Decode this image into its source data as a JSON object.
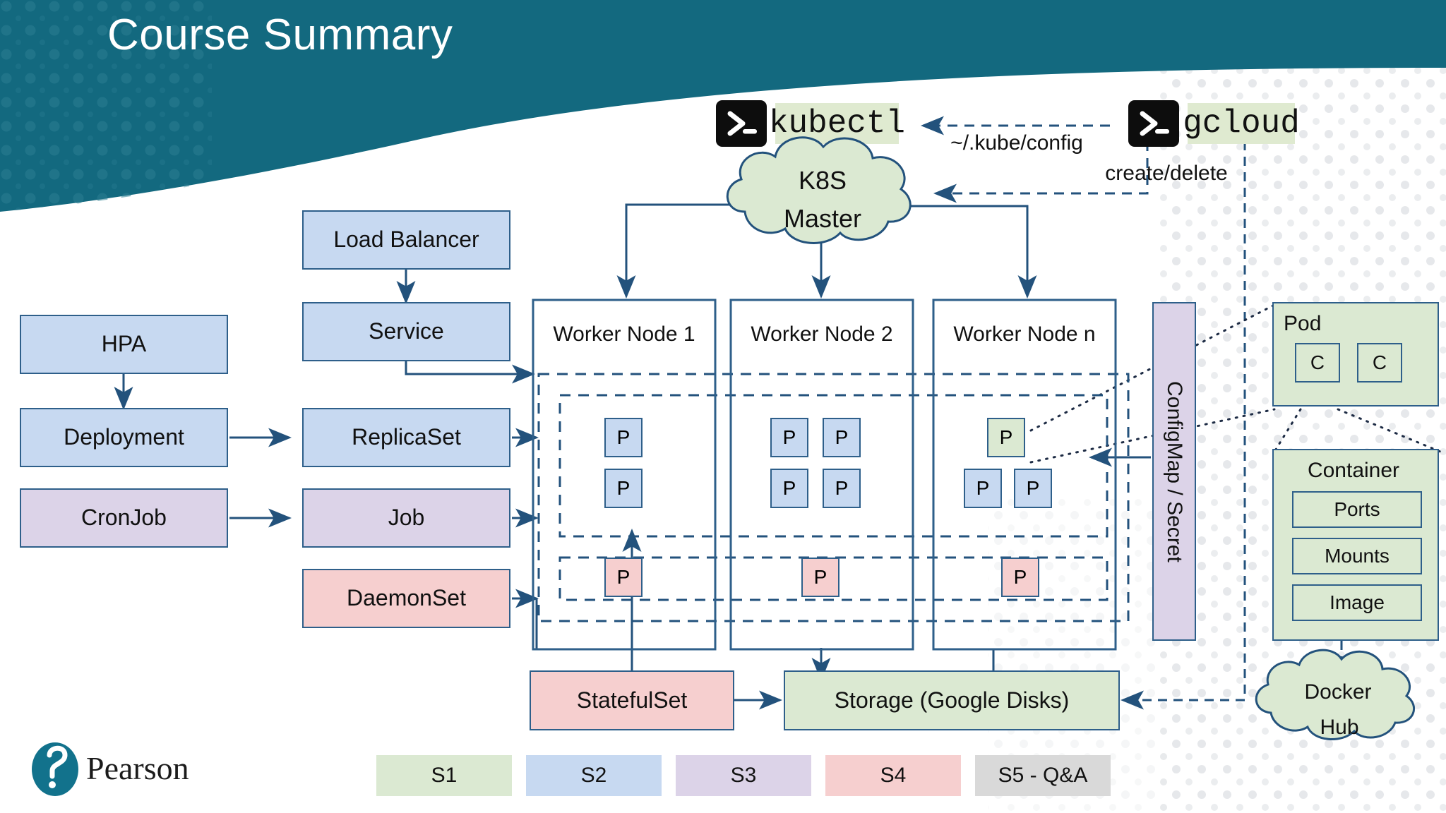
{
  "slide": {
    "title": "Course Summary",
    "brand": "Pearson",
    "header_color": "#13697f",
    "accent_blue": "#c7d9f1",
    "accent_purple": "#dcd3e8",
    "accent_pink": "#f6cfcf",
    "accent_green": "#dbe9d2",
    "accent_grey": "#d9d9d9",
    "border_color": "#2e5f8a",
    "logo_teal": "#12728c"
  },
  "cli": {
    "kubectl": "kubectl",
    "gcloud": "gcloud",
    "kube_config_label": "~/.kube/config",
    "create_delete_label": "create/delete",
    "terminal_glyph": ">_"
  },
  "master": {
    "line1": "K8S",
    "line2": "Master"
  },
  "left_column": [
    {
      "label": "HPA",
      "color": "blue"
    },
    {
      "label": "Deployment",
      "color": "blue"
    },
    {
      "label": "CronJob",
      "color": "purple"
    }
  ],
  "mid_column": [
    {
      "label": "Load Balancer",
      "color": "blue"
    },
    {
      "label": "Service",
      "color": "blue"
    },
    {
      "label": "ReplicaSet",
      "color": "blue"
    },
    {
      "label": "Job",
      "color": "purple"
    },
    {
      "label": "DaemonSet",
      "color": "pink"
    }
  ],
  "worker_nodes": [
    {
      "title": "Worker Node 1",
      "upper_pods": [
        {
          "label": "P",
          "color": "blue"
        },
        {
          "label": "P",
          "color": "blue"
        }
      ],
      "lower_pods": [
        {
          "label": "P",
          "color": "pink"
        }
      ]
    },
    {
      "title": "Worker Node 2",
      "upper_pods": [
        {
          "label": "P",
          "color": "blue"
        },
        {
          "label": "P",
          "color": "blue"
        },
        {
          "label": "P",
          "color": "blue"
        },
        {
          "label": "P",
          "color": "blue"
        }
      ],
      "lower_pods": [
        {
          "label": "P",
          "color": "pink"
        }
      ]
    },
    {
      "title": "Worker Node n",
      "upper_pods": [
        {
          "label": "P",
          "color": "green"
        },
        {
          "label": "P",
          "color": "blue"
        },
        {
          "label": "P",
          "color": "blue"
        }
      ],
      "lower_pods": [
        {
          "label": "P",
          "color": "pink"
        }
      ]
    }
  ],
  "configmap": {
    "label": "ConfigMap / Secret",
    "color": "purple"
  },
  "pod_detail": {
    "title": "Pod",
    "containers": [
      "C",
      "C"
    ]
  },
  "container_detail": {
    "title": "Container",
    "rows": [
      "Ports",
      "Mounts",
      "Image"
    ]
  },
  "docker_hub": {
    "line1": "Docker",
    "line2": "Hub"
  },
  "bottom": {
    "statefulset": "StatefulSet",
    "storage": "Storage (Google Disks)"
  },
  "legend": [
    {
      "label": "S1",
      "color": "green"
    },
    {
      "label": "S2",
      "color": "blue"
    },
    {
      "label": "S3",
      "color": "purple"
    },
    {
      "label": "S4",
      "color": "pink"
    },
    {
      "label": "S5 - Q&A",
      "color": "grey"
    }
  ]
}
